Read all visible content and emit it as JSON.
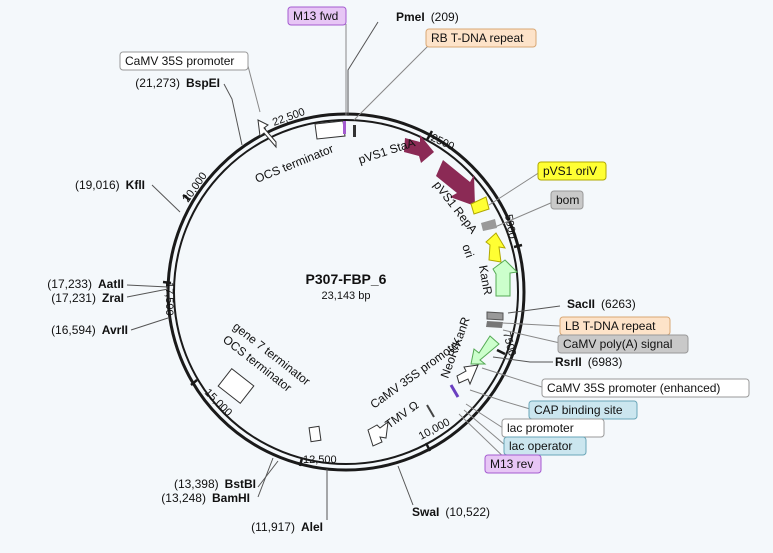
{
  "plasmid": {
    "name": "P307-FBP_6",
    "size": "23,143 bp"
  },
  "colors": {
    "background": "#f4f8fb",
    "backbone": "#1a1a1a",
    "primer_fill": "#e7c6f5",
    "primer_stroke": "#a45bd0",
    "repeat_fill": "#fde3c9",
    "repeat_stroke": "#d9a774",
    "regulatory_fill": "#cbe6ef",
    "regulatory_stroke": "#6aa6b8",
    "terminator_fill": "#c9c9c9",
    "ori_fill": "#ffff33",
    "ori_stroke": "#b1a800",
    "promoter_fill": "#ffffff",
    "stab_fill": "#8b2a55",
    "marker_fill": "#ccffcc",
    "marker_stroke": "#55aa55"
  },
  "ticks": [
    "2500",
    "5000",
    "7500",
    "10,000",
    "12,500",
    "15,000",
    "17,500",
    "20,000",
    "22,500"
  ],
  "sites": [
    {
      "name": "PmeI",
      "pos": "(209)"
    },
    {
      "name": "SacII",
      "pos": "(6263)"
    },
    {
      "name": "RsrII",
      "pos": "(6983)"
    },
    {
      "name": "SwaI",
      "pos": "(10,522)"
    },
    {
      "name": "AleI",
      "pos": "(11,917)"
    },
    {
      "name": "BamHI",
      "pos": "(13,248)"
    },
    {
      "name": "BstBI",
      "pos": "(13,398)"
    },
    {
      "name": "AvrII",
      "pos": "(16,594)"
    },
    {
      "name": "ZraI",
      "pos": "(17,231)"
    },
    {
      "name": "AatII",
      "pos": "(17,233)"
    },
    {
      "name": "KflI",
      "pos": "(19,016)"
    },
    {
      "name": "BspEI",
      "pos": "(21,273)"
    }
  ],
  "boxed_labels": {
    "m13_fwd": "M13 fwd",
    "rb_tdna": "RB T-DNA repeat",
    "camv35s_top": "CaMV 35S promoter",
    "pvs1_oriv": "pVS1 oriV",
    "bom": "bom",
    "lb_tdna": "LB T-DNA repeat",
    "camv_polya": "CaMV poly(A) signal",
    "camv_enh": "CaMV 35S promoter (enhanced)",
    "cap_site": "CAP binding site",
    "lac_promoter": "lac promoter",
    "lac_operator": "lac operator",
    "m13_rev": "M13 rev"
  },
  "feature_labels": {
    "ocs_top": "OCS terminator",
    "pvs1_stab": "pVS1 StaA",
    "pvs1_repa": "pVS1 RepA",
    "ori": "ori",
    "kanr": "KanR",
    "neor": "NeoR/KanR",
    "camv_inner": "CaMV 35S promoter",
    "tmv": "TMV Ω",
    "gene7": "gene 7 terminator",
    "ocs_bottom": "OCS terminator"
  }
}
